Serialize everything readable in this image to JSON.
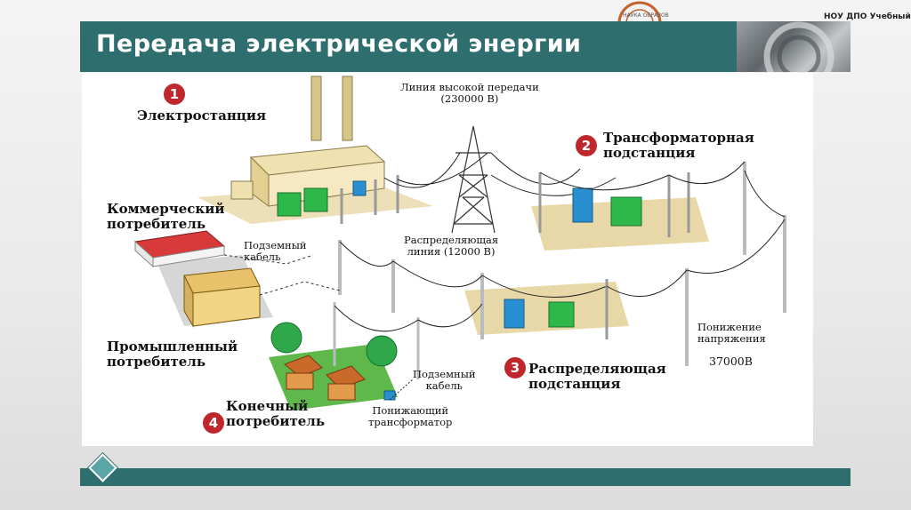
{
  "slide": {
    "title": "Передача электрической энергии",
    "org_label": "НОУ ДПО Учебный центр",
    "logo_text": "НАУКА ОБРАЗОВ"
  },
  "diagram": {
    "steps": [
      {
        "number": "1",
        "label": "Электростанция"
      },
      {
        "number": "2",
        "label": "Трансформаторная\nподстанция"
      },
      {
        "number": "3",
        "label": "Распределяющая\nподстанция"
      },
      {
        "number": "4",
        "label": "Конечный\nпотребитель"
      }
    ],
    "consumers": {
      "commercial": "Коммерческий\nпотребитель",
      "industrial": "Промышленный\nпотребитель"
    },
    "annotations": {
      "high_voltage_line": "Линия высокой передачи\n(230000 В)",
      "distribution_line": "Распределяющая\nлиния (12000 В)",
      "underground_cable_1": "Подземный\nкабель",
      "underground_cable_2": "Подземный\nкабель",
      "step_down_transformer": "Понижающий\nтрансформатор",
      "voltage_reduction": "Понижение\nнапряжения",
      "voltage_value": "37000В"
    }
  },
  "colors": {
    "title_bar": "#2f6e6e",
    "badge": "#c0272d",
    "transformer_green": "#2fb84a",
    "transformer_blue": "#2a8fd0",
    "ground": "#e8d8a8"
  }
}
